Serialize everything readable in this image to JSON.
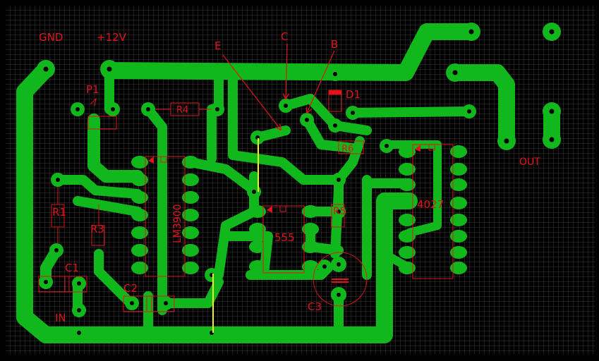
{
  "title": "",
  "colors": {
    "background": "#000000",
    "grid": "#4a4a4a",
    "track": "#10b81c",
    "pad_hole": "#000000",
    "silkscreen": "#e0141a",
    "jumper": "#f0f020"
  },
  "labels": {
    "gnd": "GND",
    "v12": "+12V",
    "p1": "P1",
    "r4": "R4",
    "e": "E",
    "c": "C",
    "b": "B",
    "d1": "D1",
    "r6": "R6",
    "out": "OUT",
    "r1": "R1",
    "r3": "R3",
    "lm3900": "LM3900",
    "ic555": "555",
    "r5": "R5",
    "ic4027": "4027",
    "c1": "C1",
    "c2": "C2",
    "c3": "C3",
    "in": "IN"
  },
  "components": [
    {
      "name": "GND",
      "kind": "power-terminal"
    },
    {
      "name": "+12V",
      "kind": "power-terminal"
    },
    {
      "name": "P1",
      "kind": "potentiometer"
    },
    {
      "name": "R1",
      "kind": "resistor"
    },
    {
      "name": "R3",
      "kind": "resistor"
    },
    {
      "name": "R4",
      "kind": "resistor"
    },
    {
      "name": "R5",
      "kind": "resistor"
    },
    {
      "name": "R6",
      "kind": "resistor"
    },
    {
      "name": "C1",
      "kind": "capacitor"
    },
    {
      "name": "C2",
      "kind": "capacitor"
    },
    {
      "name": "C3",
      "kind": "electrolytic-capacitor"
    },
    {
      "name": "D1",
      "kind": "diode"
    },
    {
      "name": "LM3900",
      "kind": "ic-dip14"
    },
    {
      "name": "555",
      "kind": "ic-dip8"
    },
    {
      "name": "4027",
      "kind": "ic-dip16"
    },
    {
      "name": "E/C/B",
      "kind": "transistor"
    },
    {
      "name": "IN",
      "kind": "input-terminal"
    },
    {
      "name": "OUT",
      "kind": "output-terminal"
    }
  ]
}
